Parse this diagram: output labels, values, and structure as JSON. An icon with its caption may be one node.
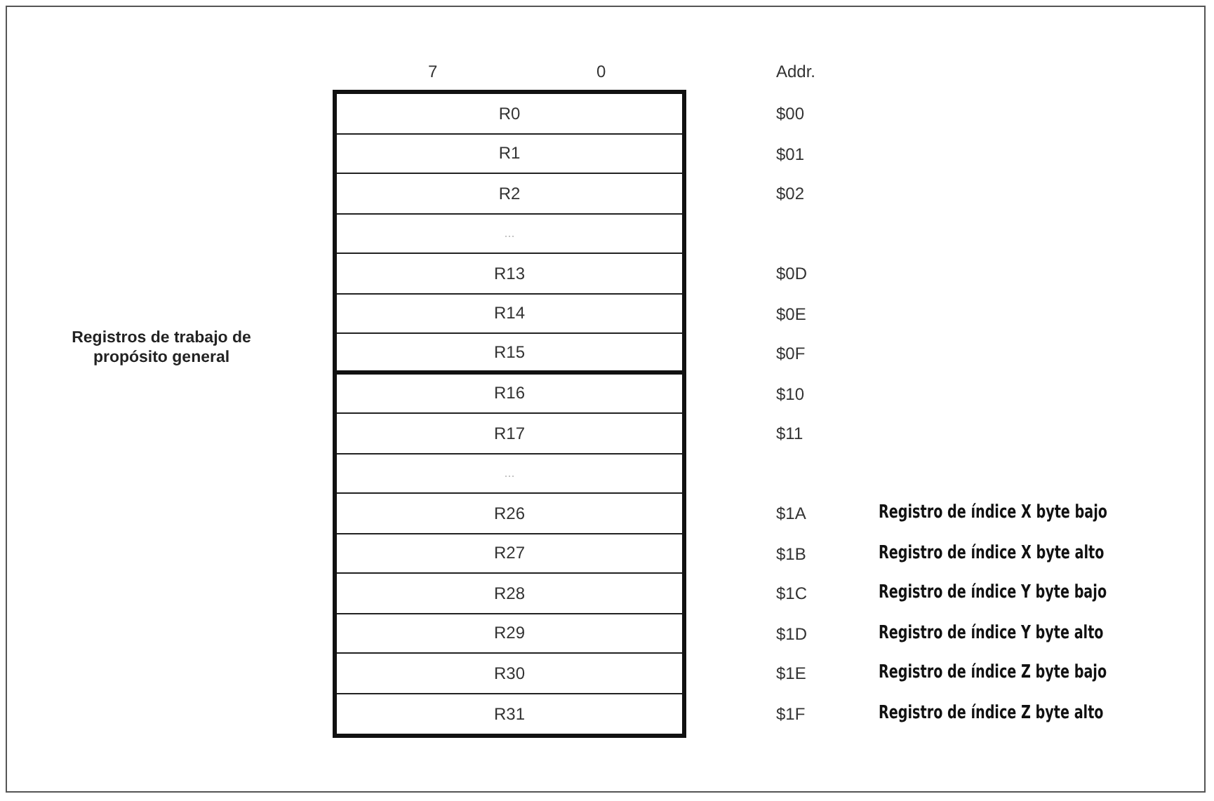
{
  "diagram": {
    "nodes": [
      {
        "text": [
          "R0"
        ]
      },
      {
        "text": [
          "R1"
        ]
      },
      {
        "text": [
          "R2"
        ]
      },
      {
        "text": [
          "..."
        ]
      },
      {
        "text": [
          "R13"
        ]
      },
      {
        "text": [
          "R14"
        ]
      },
      {
        "text": [
          "R15"
        ]
      },
      {
        "text": [
          "R16"
        ]
      },
      {
        "text": [
          "R17"
        ]
      },
      {
        "text": [
          "..."
        ]
      },
      {
        "text": [
          "R26"
        ]
      },
      {
        "text": [
          "R27"
        ]
      },
      {
        "text": [
          "R28"
        ]
      },
      {
        "text": [
          "R29"
        ]
      },
      {
        "text": [
          "R30"
        ]
      },
      {
        "text": [
          "R31"
        ]
      }
    ],
    "edges": [],
    "labels": [
      "7",
      "0",
      "Addr.",
      "$00",
      "$01",
      "$02",
      "$0D",
      "$0E",
      "Registros de trabajo de propósito general",
      "$0F",
      "$10",
      "$11",
      "$1A",
      "Registro de índice X byte bajo",
      "$1B",
      "Registro de índice X byte alto",
      "$1C",
      "Registro de índice Y byte bajo",
      "$1D",
      "Registro de índice Y byte alto",
      "$1E",
      "Registro de índice Z byte bajo",
      "$1F",
      "Registro de índice Z byte alto"
    ]
  }
}
